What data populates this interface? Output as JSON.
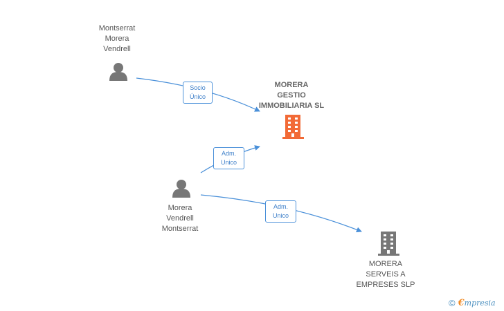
{
  "nodes": {
    "person_top": {
      "lines": [
        "Montserrat",
        "Morera",
        "Vendrell"
      ]
    },
    "company_main": {
      "lines": [
        "MORERA",
        "GESTIO",
        "IMMOBILIARIA SL"
      ]
    },
    "person_mid": {
      "lines": [
        "Morera",
        "Vendrell",
        "Montserrat"
      ]
    },
    "company_bottom": {
      "lines": [
        "MORERA",
        "SERVEIS A",
        "EMPRESES SLP"
      ]
    }
  },
  "edges": {
    "socio_unico": {
      "lines": [
        "Socio",
        "Único"
      ]
    },
    "adm_unico_1": {
      "lines": [
        "Adm.",
        "Unico"
      ]
    },
    "adm_unico_2": {
      "lines": [
        "Adm.",
        "Unico"
      ]
    }
  },
  "colors": {
    "edge": "#4a90d9",
    "person_icon": "#777777",
    "company_main_icon": "#f26a36",
    "company_icon": "#777777"
  },
  "footer": {
    "copyright_symbol": "©",
    "brand_initial": "€",
    "brand_rest": "mpresia"
  }
}
